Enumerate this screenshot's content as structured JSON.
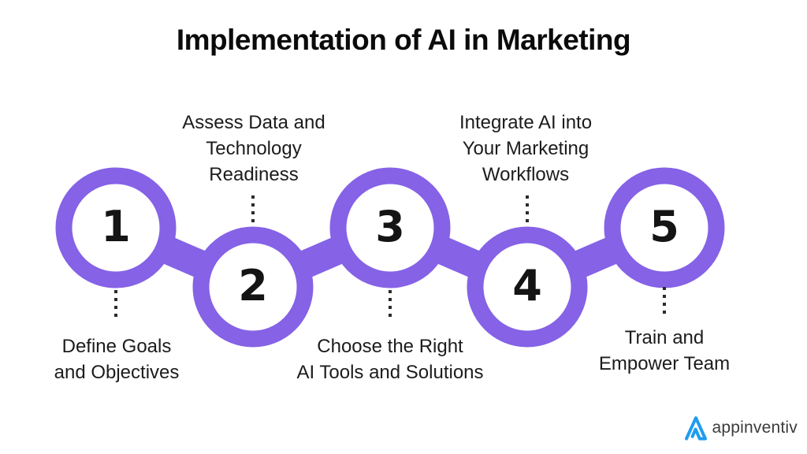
{
  "title": "Implementation of AI in Marketing",
  "colors": {
    "accent": "#8562E6",
    "dots": "#2B2B2B",
    "text": "#1C1C1E",
    "logo_blue": "#1E9CF0",
    "logo_text_color": "#3B3B3B"
  },
  "steps": [
    {
      "number": "1",
      "label_position": "below",
      "lines": [
        "Define Goals",
        "and Objectives"
      ]
    },
    {
      "number": "2",
      "label_position": "above",
      "lines": [
        "Assess Data and",
        "Technology",
        "Readiness"
      ]
    },
    {
      "number": "3",
      "label_position": "below",
      "lines": [
        "Choose the Right",
        "AI Tools and Solutions"
      ]
    },
    {
      "number": "4",
      "label_position": "above",
      "lines": [
        "Integrate AI into",
        "Your Marketing",
        "Workflows"
      ]
    },
    {
      "number": "5",
      "label_position": "below",
      "lines": [
        "Train and",
        "Empower Team"
      ]
    }
  ],
  "branding": {
    "logo_text": "appinventiv"
  }
}
